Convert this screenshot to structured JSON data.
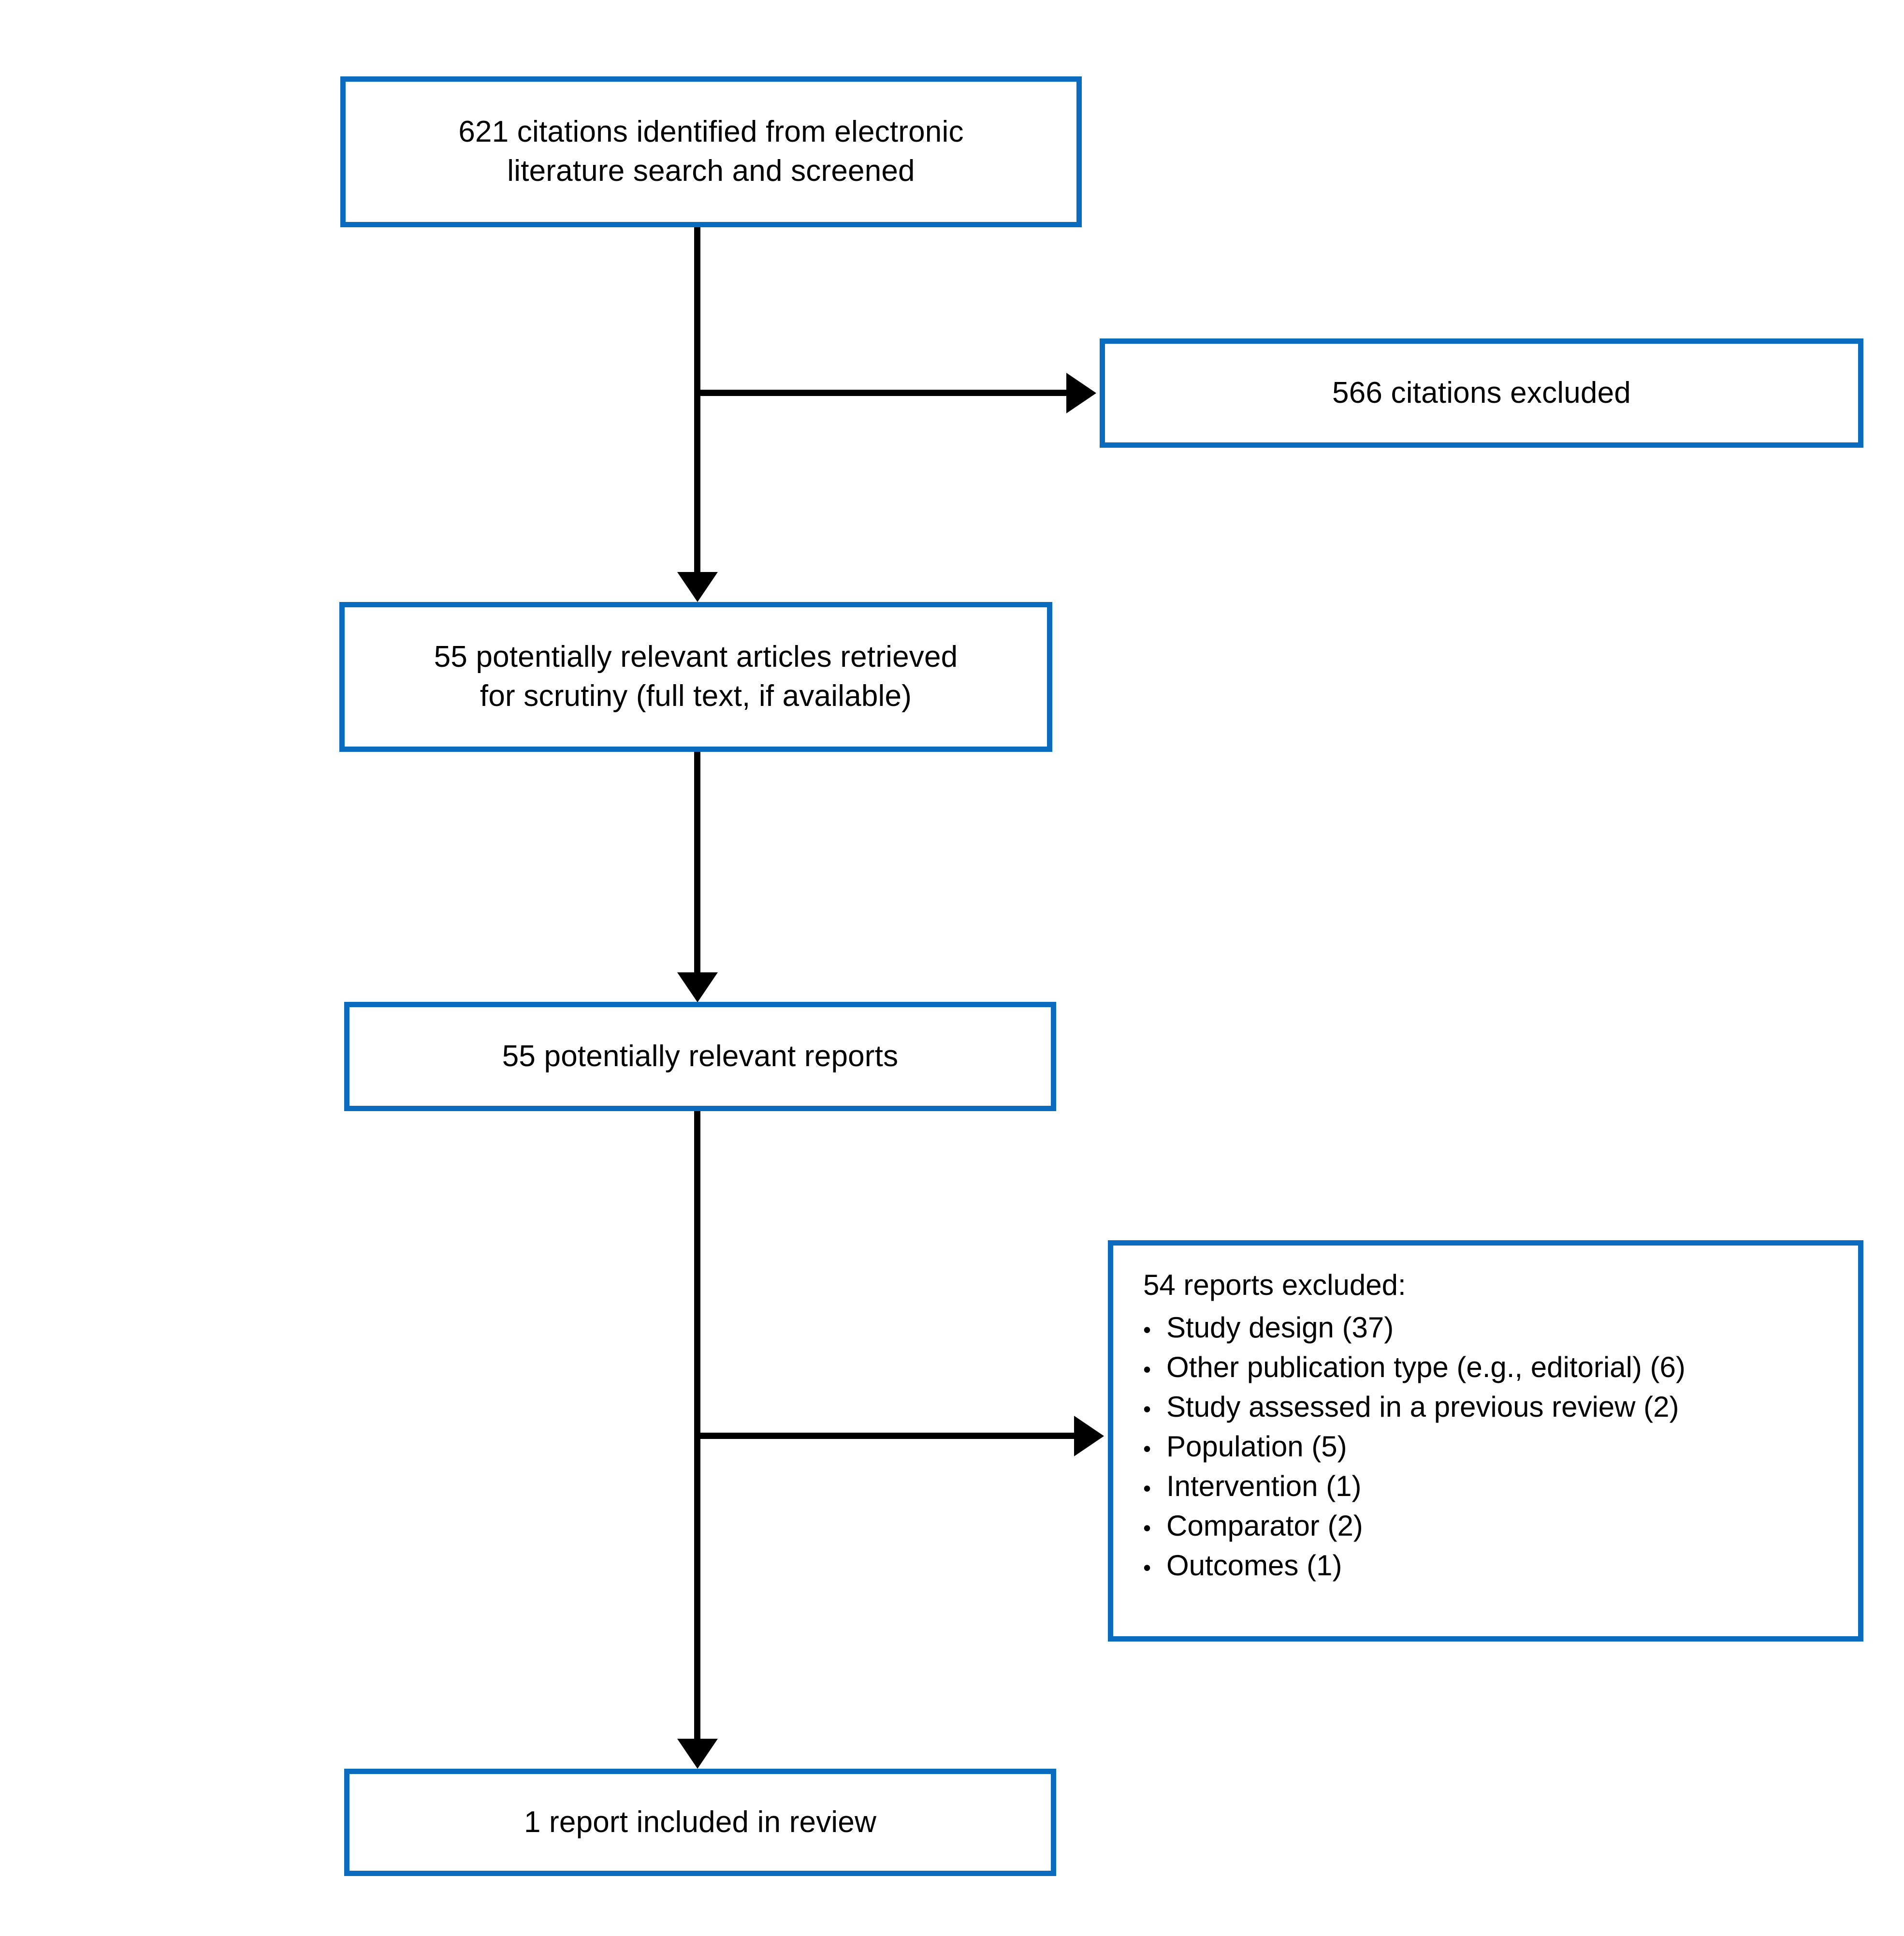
{
  "diagram": {
    "type": "prisma-flow-diagram",
    "accent_color": "#0b6cbf",
    "connector_color": "#000000",
    "background_color": "#ffffff",
    "nodes": {
      "identified": {
        "label": "621 citations identified from electronic\nliterature search and screened",
        "count": 621
      },
      "citations_excluded": {
        "label": "566 citations excluded",
        "count": 566
      },
      "retrieved": {
        "label": "55 potentially relevant articles retrieved\nfor scrutiny (full text, if available)",
        "count": 55
      },
      "relevant_reports": {
        "label": "55 potentially relevant reports",
        "count": 55
      },
      "reports_excluded": {
        "title": "54 reports excluded:",
        "count": 54,
        "bullet": "•",
        "items": [
          {
            "label": "Study design (37)",
            "reason": "Study design",
            "count": 37
          },
          {
            "label": "Other publication type (e.g., editorial) (6)",
            "reason": "Other publication type (e.g., editorial)",
            "count": 6
          },
          {
            "label": "Study assessed in a previous review (2)",
            "reason": "Study assessed in a previous review",
            "count": 2
          },
          {
            "label": "Population (5)",
            "reason": "Population",
            "count": 5
          },
          {
            "label": "Intervention (1)",
            "reason": "Intervention",
            "count": 1
          },
          {
            "label": "Comparator (2)",
            "reason": "Comparator",
            "count": 2
          },
          {
            "label": "Outcomes (1)",
            "reason": "Outcomes",
            "count": 1
          }
        ]
      },
      "included": {
        "label": "1 report included in review",
        "count": 1
      }
    }
  }
}
